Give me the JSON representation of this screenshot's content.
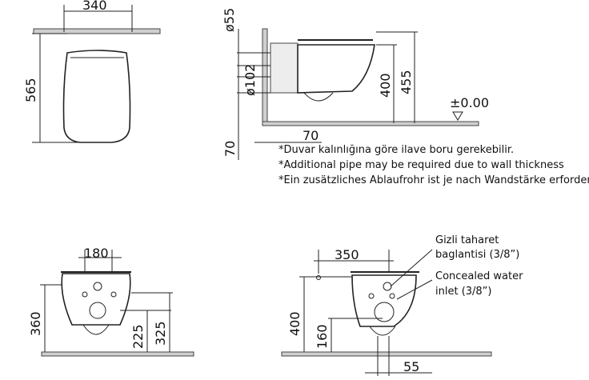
{
  "dimensions": {
    "front_width": "340",
    "front_height": "565",
    "side_pipe_top": "ø55",
    "side_pipe_waste": "ø102",
    "side_height_400": "400",
    "side_height_455": "455",
    "side_floor_level": "±0.00",
    "side_offset_70": "70",
    "side_floor_70": "70",
    "front_bottom_width": "180",
    "front_bottom_360": "360",
    "front_bottom_225": "225",
    "front_bottom_325": "325",
    "side_bottom_width": "350",
    "side_bottom_400": "400",
    "side_bottom_160": "160",
    "side_bottom_55": "55"
  },
  "notes": {
    "tr": "*Duvar kalınlığına göre ilave boru gerekebilir.",
    "en": "*Additional pipe may be required due to wall thickness",
    "de": "*Ein zusätzliches Ablaufrohr ist je nach Wandstärke erforderlich"
  },
  "callouts": {
    "tr_line1": "Gizli  taharet",
    "tr_line2": "baglantisi  (3/8”)",
    "en_line1": "Concealed  water",
    "en_line2": "inlet  (3/8”)"
  }
}
